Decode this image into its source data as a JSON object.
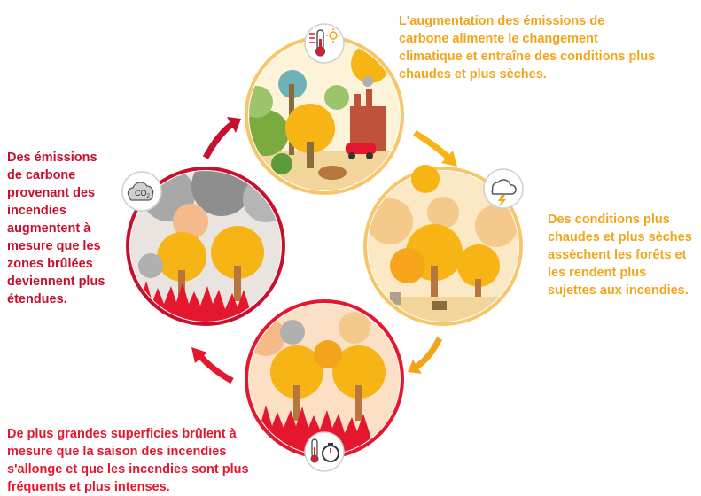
{
  "captions": {
    "top": "L'augmentation des émissions de carbone alimente le changement climatique et entraîne des conditions plus chaudes et plus sèches.",
    "right": "Des conditions plus chaudes et plus sèches assèchent les forêts et les rendent plus sujettes aux incendies.",
    "bottom": "De plus grandes superficies brûlent à mesure que la saison des incendies s'allonge et que les incendies sont plus fréquents et plus intenses.",
    "left": "Des émissions de carbone provenant des incendies augmentent à mesure que les zones brûlées deviennent plus étendues."
  },
  "badges": {
    "co2": "CO",
    "co2_sub": "2"
  },
  "colors": {
    "orange": "#f2a51a",
    "yellow_orange": "#f7b515",
    "red": "#e5172f",
    "dark_red": "#c8102e",
    "smoke": "#9a9a9a",
    "green": "#7bab3e"
  }
}
